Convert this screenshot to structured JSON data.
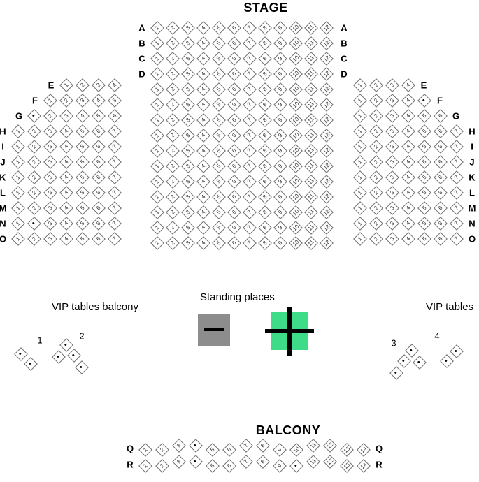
{
  "stage": {
    "label": "STAGE"
  },
  "balcony_title": {
    "label": "BALCONY"
  },
  "standing": {
    "label": "Standing places",
    "minus_color": "#8d8d8d",
    "plus_color": "#3edc89",
    "icon_color": "#000000"
  },
  "vip_left": {
    "label": "VIP tables balcony",
    "tables": [
      {
        "number": "1",
        "seats": [
          "•",
          "•"
        ]
      },
      {
        "number": "2",
        "seats": [
          "•",
          "•",
          "•",
          "•"
        ]
      }
    ]
  },
  "vip_right": {
    "label": "VIP tables",
    "tables": [
      {
        "number": "3",
        "seats": [
          "•",
          "•",
          "•",
          "•"
        ]
      },
      {
        "number": "4",
        "seats": [
          "•",
          "•"
        ]
      }
    ]
  },
  "center_block": {
    "side_labels": [
      "A",
      "B",
      "C",
      "D"
    ],
    "rows": [
      [
        "1",
        "2",
        "3",
        "4",
        "5",
        "6",
        "7",
        "8",
        "9",
        "10",
        "11",
        "12"
      ],
      [
        "1",
        "2",
        "3",
        "4",
        "5",
        "6",
        "7",
        "8",
        "9",
        "10",
        "11",
        "12"
      ],
      [
        "1",
        "2",
        "3",
        "4",
        "5",
        "6",
        "7",
        "8",
        "9",
        "10",
        "11",
        "12"
      ],
      [
        "1",
        "2",
        "3",
        "4",
        "5",
        "6",
        "7",
        "8",
        "9",
        "10",
        "11",
        "12"
      ],
      [
        "1",
        "2",
        "3",
        "4",
        "5",
        "6",
        "7",
        "8",
        "9",
        "10",
        "11",
        "12"
      ],
      [
        "1",
        "2",
        "3",
        "4",
        "5",
        "6",
        "7",
        "8",
        "9",
        "10",
        "11",
        "12"
      ],
      [
        "1",
        "2",
        "3",
        "4",
        "5",
        "6",
        "7",
        "8",
        "9",
        "10",
        "11",
        "12"
      ],
      [
        "1",
        "2",
        "3",
        "4",
        "5",
        "6",
        "7",
        "8",
        "9",
        "10",
        "11",
        "12"
      ],
      [
        "1",
        "2",
        "3",
        "4",
        "5",
        "6",
        "7",
        "8",
        "9",
        "10",
        "11",
        "12"
      ],
      [
        "1",
        "2",
        "3",
        "4",
        "5",
        "6",
        "7",
        "8",
        "9",
        "10",
        "11",
        "12"
      ],
      [
        "1",
        "2",
        "3",
        "4",
        "5",
        "6",
        "7",
        "8",
        "9",
        "10",
        "11",
        "12"
      ],
      [
        "1",
        "2",
        "3",
        "4",
        "5",
        "6",
        "7",
        "8",
        "9",
        "10",
        "11",
        "12"
      ],
      [
        "1",
        "2",
        "3",
        "4",
        "5",
        "6",
        "7",
        "8",
        "9",
        "10",
        "11",
        "12"
      ],
      [
        "1",
        "2",
        "3",
        "4",
        "5",
        "6",
        "7",
        "8",
        "9",
        "10",
        "11",
        "12"
      ],
      [
        "1",
        "2",
        "3",
        "4",
        "5",
        "6",
        "7",
        "8",
        "9",
        "10",
        "11",
        "12"
      ]
    ]
  },
  "left_block": {
    "rows": [
      {
        "label": "E",
        "seats": [
          "1",
          "2",
          "3",
          "4"
        ]
      },
      {
        "label": "F",
        "seats": [
          "1",
          "2",
          "3",
          "4",
          "5"
        ]
      },
      {
        "label": "G",
        "seats": [
          "•",
          "2",
          "3",
          "4",
          "5",
          "6"
        ]
      },
      {
        "label": "H",
        "seats": [
          "1",
          "2",
          "3",
          "4",
          "5",
          "6",
          "7"
        ]
      },
      {
        "label": "I",
        "seats": [
          "1",
          "2",
          "3",
          "4",
          "5",
          "6",
          "7"
        ]
      },
      {
        "label": "J",
        "seats": [
          "1",
          "2",
          "3",
          "4",
          "5",
          "6",
          "7"
        ]
      },
      {
        "label": "K",
        "seats": [
          "1",
          "2",
          "3",
          "4",
          "5",
          "6",
          "7"
        ]
      },
      {
        "label": "L",
        "seats": [
          "1",
          "2",
          "3",
          "4",
          "5",
          "6",
          "7"
        ]
      },
      {
        "label": "M",
        "seats": [
          "1",
          "2",
          "3",
          "4",
          "5",
          "6",
          "7"
        ]
      },
      {
        "label": "N",
        "seats": [
          "1",
          "•",
          "3",
          "4",
          "5",
          "6",
          "7"
        ]
      },
      {
        "label": "O",
        "seats": [
          "1",
          "2",
          "3",
          "4",
          "5",
          "6",
          "7"
        ]
      }
    ]
  },
  "right_block": {
    "rows": [
      {
        "label": "E",
        "seats": [
          "1",
          "2",
          "3",
          "4"
        ]
      },
      {
        "label": "F",
        "seats": [
          "1",
          "2",
          "3",
          "4",
          "•"
        ]
      },
      {
        "label": "G",
        "seats": [
          "1",
          "2",
          "3",
          "4",
          "5",
          "6"
        ]
      },
      {
        "label": "H",
        "seats": [
          "1",
          "2",
          "3",
          "4",
          "5",
          "6",
          "7"
        ]
      },
      {
        "label": "I",
        "seats": [
          "1",
          "2",
          "3",
          "4",
          "5",
          "6",
          "7"
        ]
      },
      {
        "label": "J",
        "seats": [
          "1",
          "2",
          "3",
          "4",
          "5",
          "6",
          "7"
        ]
      },
      {
        "label": "K",
        "seats": [
          "1",
          "2",
          "3",
          "4",
          "5",
          "6",
          "7"
        ]
      },
      {
        "label": "L",
        "seats": [
          "1",
          "2",
          "3",
          "4",
          "5",
          "6",
          "7"
        ]
      },
      {
        "label": "M",
        "seats": [
          "1",
          "2",
          "3",
          "4",
          "5",
          "6",
          "7"
        ]
      },
      {
        "label": "N",
        "seats": [
          "1",
          "2",
          "3",
          "4",
          "5",
          "6",
          "7"
        ]
      },
      {
        "label": "O",
        "seats": [
          "1",
          "2",
          "3",
          "4",
          "5",
          "6",
          "7"
        ]
      }
    ]
  },
  "balcony_block": {
    "rows": [
      {
        "label": "Q",
        "seats": [
          "1",
          "2",
          "3",
          "•",
          "5",
          "6",
          "7",
          "8",
          "9",
          "10",
          "11",
          "12",
          "13",
          "14"
        ]
      },
      {
        "label": "R",
        "seats": [
          "1",
          "2",
          "3",
          "•",
          "5",
          "6",
          "7",
          "8",
          "9",
          "•",
          "11",
          "12",
          "13",
          "14"
        ]
      }
    ]
  }
}
